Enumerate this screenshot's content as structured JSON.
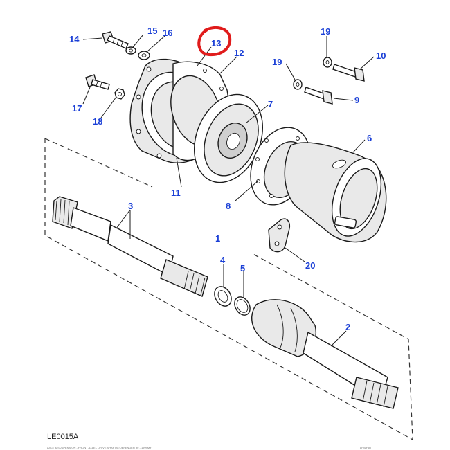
{
  "diagram": {
    "figure_ref": "LE0015A",
    "footer_caption": "AXLE & SUSPENSION - FRONT AXLE - DRIVE SHAFTS (DEFENDER 90 - 1999MY)",
    "footer_right": "LRWHAT",
    "highlight_color": "#e01b1b",
    "callout_color": "#1a3fd6",
    "highlighted_callout": "13",
    "callouts": [
      "1",
      "2",
      "3",
      "4",
      "5",
      "6",
      "7",
      "8",
      "9",
      "10",
      "11",
      "12",
      "13",
      "14",
      "15",
      "16",
      "17",
      "18",
      "19",
      "19",
      "20"
    ]
  }
}
